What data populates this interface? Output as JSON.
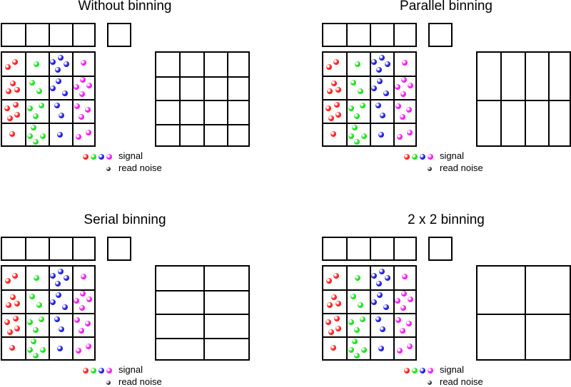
{
  "panels": [
    {
      "title": "Without binning",
      "binned_cols": 4,
      "binned_rows": 4
    },
    {
      "title": "Parallel binning",
      "binned_cols": 4,
      "binned_rows": 2
    },
    {
      "title": "Serial binning",
      "binned_cols": 2,
      "binned_rows": 4
    },
    {
      "title": "2 x 2 binning",
      "binned_cols": 2,
      "binned_rows": 2
    }
  ],
  "legend": {
    "signal": "signal",
    "read_noise": "read noise"
  },
  "colors": {
    "red": "#ff2020",
    "green": "#20e020",
    "blue": "#2020e0",
    "magenta": "#f020f0",
    "noise": "#333333"
  }
}
